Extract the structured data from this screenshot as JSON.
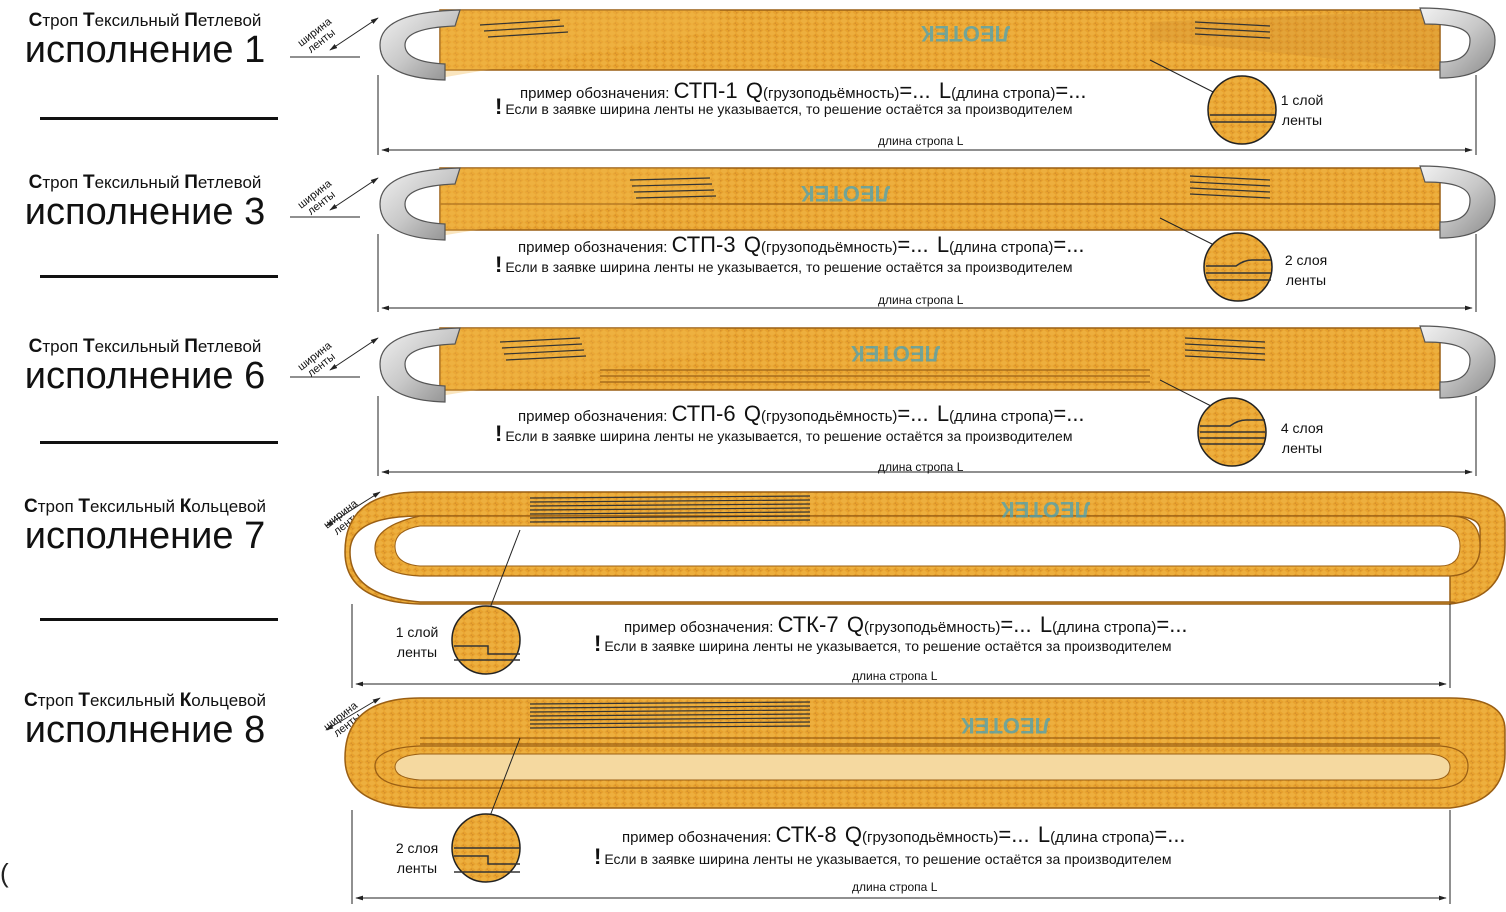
{
  "common": {
    "width_label_line1": "ширина",
    "width_label_line2": "ленты",
    "designation_prefix": "пример обозначения:",
    "q_letter": "Q",
    "q_text": "(грузоподьёмность)",
    "eq_dots": "=...",
    "l_letter": "L",
    "l_text": "(длина стропа)",
    "warning_mark": "!",
    "warning_text": "Если в заявке ширина ленты не указывается, то решение остаётся за производителем",
    "length_label": "длина стропа  L",
    "brand": "ЛЕОТЕК"
  },
  "variants": [
    {
      "title_c1": "С",
      "title_r1": "троп ",
      "title_c2": "Т",
      "title_r2": "ексильный ",
      "title_c3": "П",
      "title_r3": "етлевой",
      "execution": "исполнение 1",
      "code": "СТП-1",
      "layers_line1": "1 слой",
      "layers_line2": "ленты"
    },
    {
      "title_c1": "С",
      "title_r1": "троп ",
      "title_c2": "Т",
      "title_r2": "ексильный ",
      "title_c3": "П",
      "title_r3": "етлевой",
      "execution": "исполнение 3",
      "code": "СТП-3",
      "layers_line1": "2 слоя",
      "layers_line2": "ленты"
    },
    {
      "title_c1": "С",
      "title_r1": "троп ",
      "title_c2": "Т",
      "title_r2": "ексильный ",
      "title_c3": "П",
      "title_r3": "етлевой",
      "execution": "исполнение 6",
      "code": "СТП-6",
      "layers_line1": "4 слоя",
      "layers_line2": "ленты"
    },
    {
      "title_c1": "С",
      "title_r1": "троп ",
      "title_c2": "Т",
      "title_r2": "ексильный ",
      "title_c3": "К",
      "title_r3": "ольцевой",
      "execution": "исполнение 7",
      "code": "СТК-7",
      "layers_line1": "1 слой",
      "layers_line2": "ленты"
    },
    {
      "title_c1": "С",
      "title_r1": "троп ",
      "title_c2": "Т",
      "title_r2": "ексильный ",
      "title_c3": "К",
      "title_r3": "ольцевой",
      "execution": "исполнение 8",
      "code": "СТК-8",
      "layers_line1": "2 слоя",
      "layers_line2": "ленты"
    }
  ],
  "colors": {
    "webbing": "#e8a22e",
    "webbing_dark": "#b8741a",
    "webbing_light": "#f4c25a",
    "loop_sleeve": "#d8d8d8",
    "brand_logo": "#4aa3b8"
  },
  "edge_mark": "("
}
